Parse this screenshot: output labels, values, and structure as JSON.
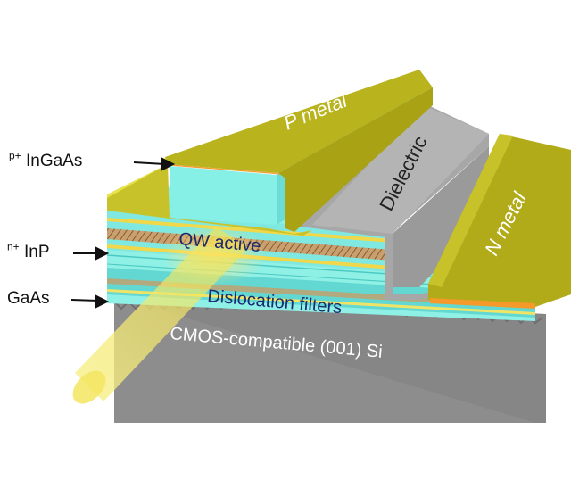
{
  "labels": {
    "p_metal": "P metal",
    "dielectric": "Dielectric",
    "n_metal": "N metal",
    "qw_active": "QW active",
    "dislocation_filters": "Dislocation filters",
    "substrate": "CMOS-compatible (001) Si",
    "p_ingaas_sup": "p+",
    "p_ingaas_text": "InGaAs",
    "n_inp_sup": "n+",
    "n_inp_text": "InP",
    "gaas": "GaAs"
  },
  "colors": {
    "metal": "#b5b01e",
    "metal_top": "#c7c128",
    "cyan": "#7fe8e0",
    "cyan_dark": "#5cd3cd",
    "dielectric": "#a9a9a9",
    "silicon": "#8c8c8c",
    "beam": "#f3e85a"
  }
}
